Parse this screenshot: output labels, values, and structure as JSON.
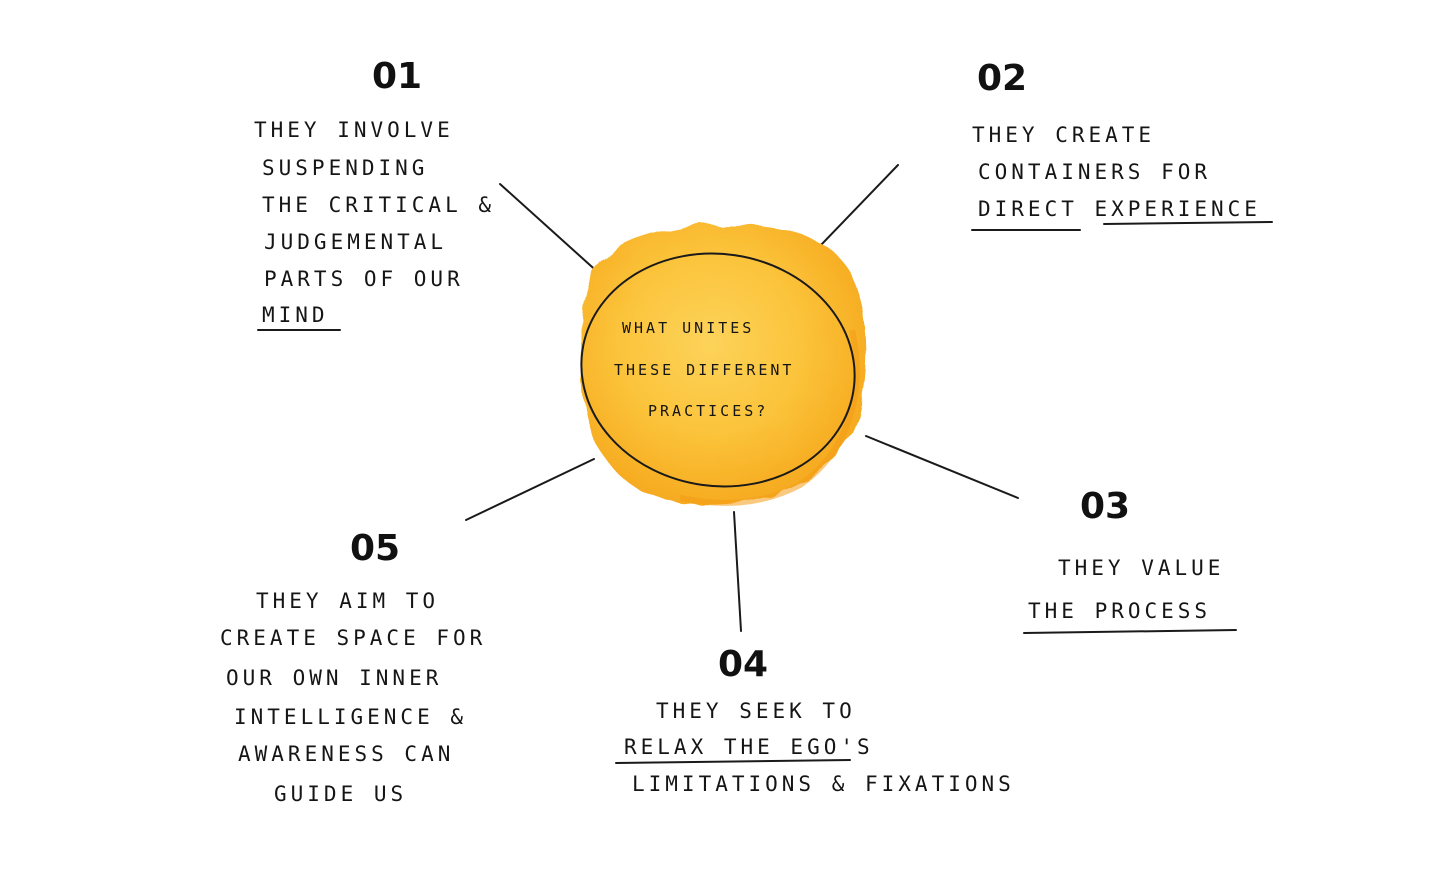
{
  "center": {
    "lines": [
      "WHAT UNITES",
      "THESE DIFFERENT",
      "PRACTICES?"
    ],
    "fill_color": "#fbc33a",
    "edge_color": "#f29c16"
  },
  "items": [
    {
      "number": "01",
      "lines": [
        "THEY INVOLVE",
        "SUSPENDING",
        "THE CRITICAL &",
        "JUDGEMENTAL",
        "PARTS OF OUR",
        "MIND"
      ]
    },
    {
      "number": "02",
      "lines": [
        "THEY CREATE",
        "CONTAINERS FOR",
        "DIRECT EXPERIENCE"
      ]
    },
    {
      "number": "03",
      "lines": [
        "THEY VALUE",
        "THE PROCESS"
      ]
    },
    {
      "number": "04",
      "lines": [
        "THEY SEEK TO",
        "RELAX THE EGO'S",
        "LIMITATIONS & FIXATIONS"
      ]
    },
    {
      "number": "05",
      "lines": [
        "THEY AIM TO",
        "CREATE SPACE FOR",
        "OUR OWN INNER",
        "INTELLIGENCE &",
        "AWARENESS CAN",
        "GUIDE US"
      ]
    }
  ]
}
